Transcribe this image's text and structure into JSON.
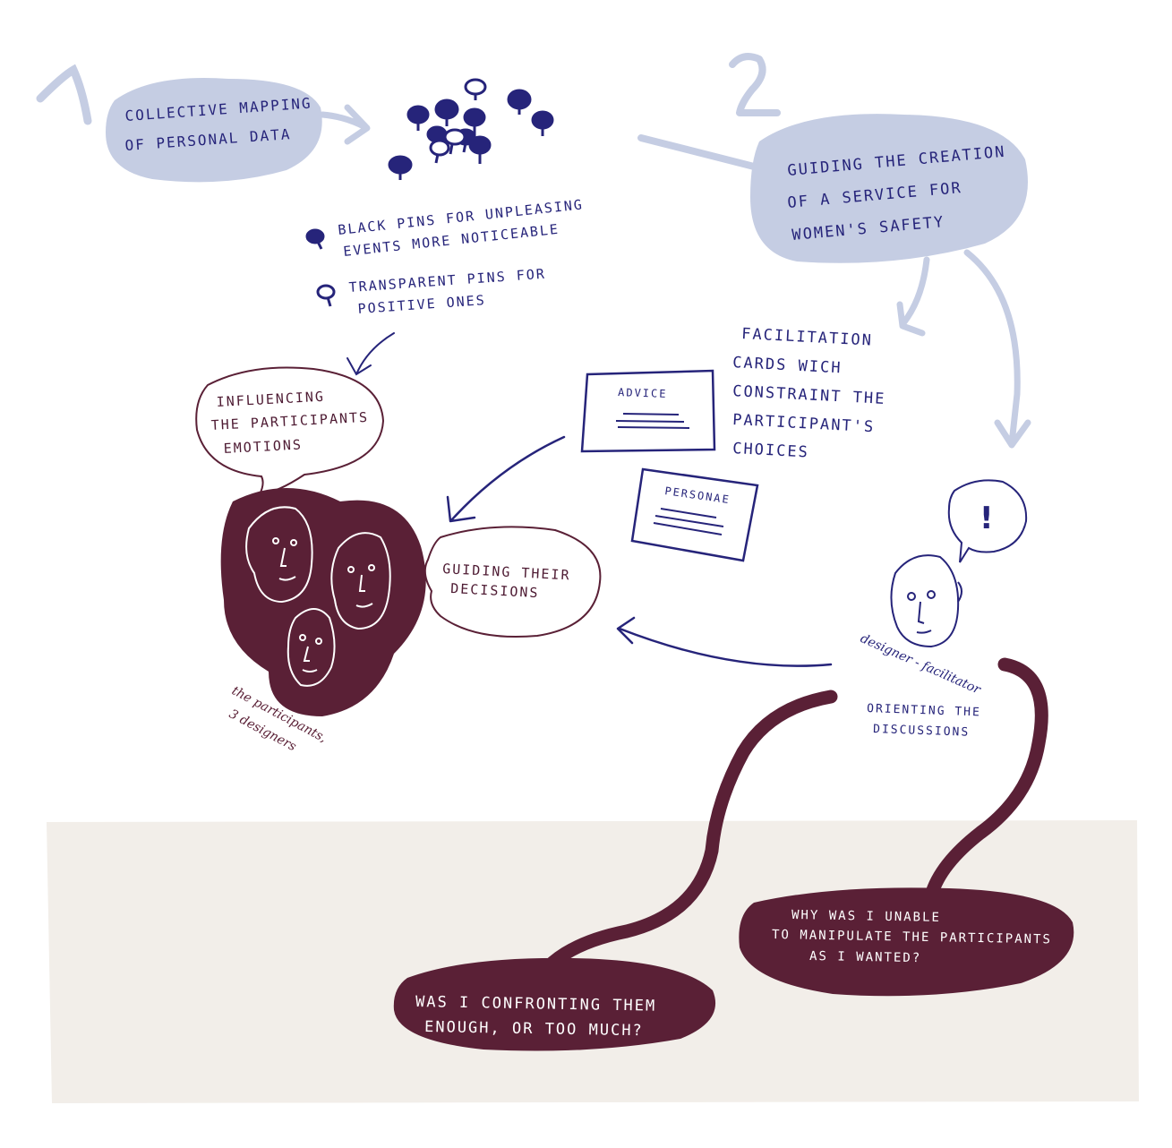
{
  "colors": {
    "ink_blue": "#26247a",
    "wine": "#5a2036",
    "bubble_blue": "#c5cde3",
    "floor": "#f2eee9",
    "white": "#ffffff"
  },
  "steps": {
    "one_numeral": "1",
    "one_line1": "COLLECTIVE MAPPING",
    "one_line2": "OF PERSONAL DATA",
    "two_numeral": "2",
    "two_line1": "GUIDING THE CREATION",
    "two_line2": "OF A SERVICE FOR",
    "two_line3": "WOMEN'S SAFETY"
  },
  "legend": {
    "black_line1": "BLACK PINS FOR UNPLEASING",
    "black_line2": "EVENTS MORE NOTICEABLE",
    "transparent_line1": "TRANSPARENT PINS FOR",
    "transparent_line2": "POSITIVE ONES",
    "black_pin_icon": "filled-pin-icon",
    "transparent_pin_icon": "outline-pin-icon"
  },
  "facilitation": {
    "line1": "FACILITATION",
    "line2": "CARDS WICH",
    "line3": "CONSTRAINT THE",
    "line4": "PARTICIPANT'S",
    "line5": "CHOICES"
  },
  "cards": {
    "advice": "ADVICE",
    "personae": "PERSONAE"
  },
  "bubbles": {
    "influencing_line1": "INFLUENCING",
    "influencing_line2": "THE PARTICIPANTS",
    "influencing_line3": "EMOTIONS",
    "guiding_line1": "GUIDING THEIR",
    "guiding_line2": "DECISIONS"
  },
  "facilitator": {
    "exclamation": "!",
    "caption": "designer - facilitator",
    "orienting_line1": "ORIENTING THE",
    "orienting_line2": "DISCUSSIONS"
  },
  "participants_caption": {
    "line1": "the participants,",
    "line2": "3 designers"
  },
  "questions": {
    "q1_line1": "WAS I CONFRONTING THEM",
    "q1_line2": "ENOUGH, OR TOO MUCH?",
    "q2_line1": "WHY WAS I UNABLE",
    "q2_line2": "TO MANIPULATE THE PARTICIPANTS",
    "q2_line3": "AS I WANTED?"
  }
}
